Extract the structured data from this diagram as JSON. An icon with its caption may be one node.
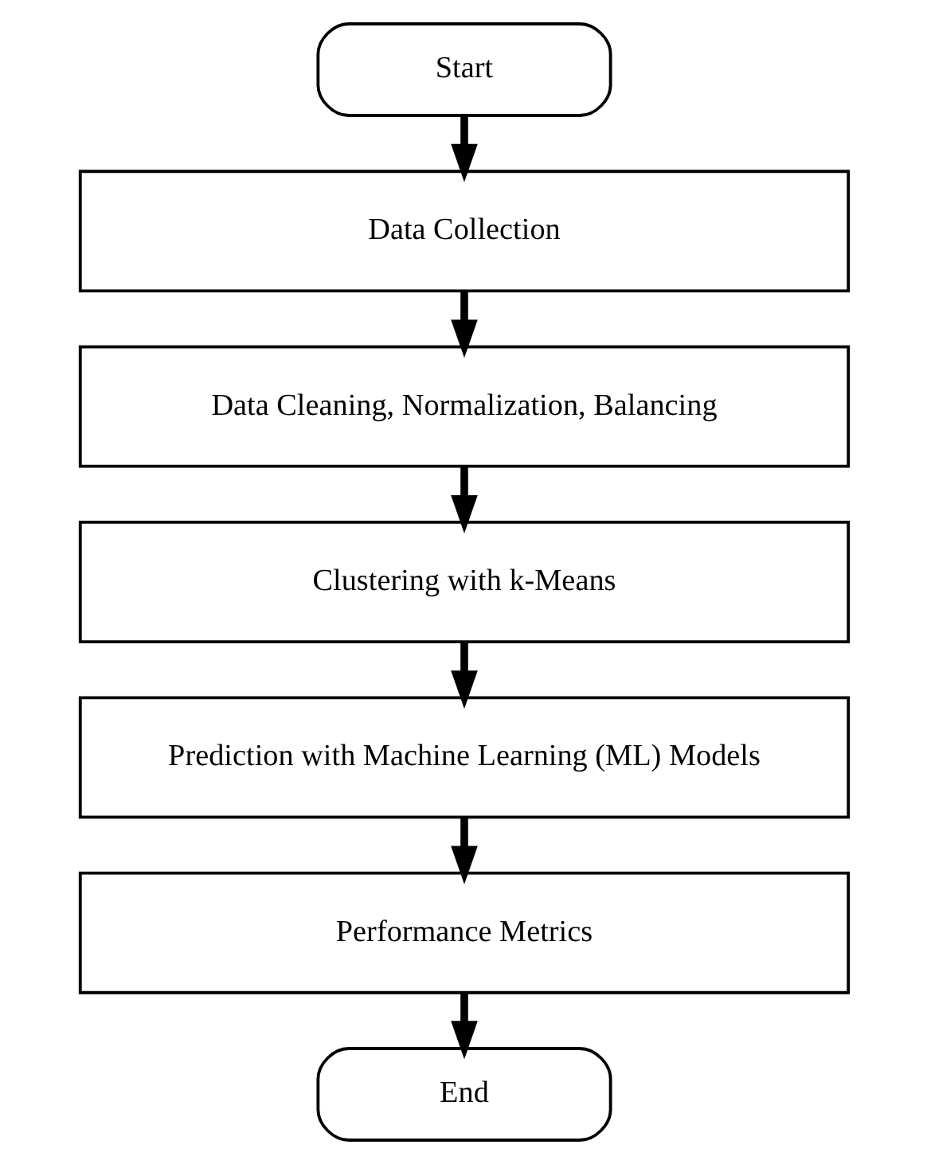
{
  "diagram": {
    "nodes": [
      {
        "text": [
          "Start"
        ]
      },
      {
        "text": [
          "Data Collection"
        ]
      },
      {
        "text": [
          "Data Cleaning, Normalization, Balancing"
        ]
      },
      {
        "text": [
          "Clustering with k-Means"
        ]
      },
      {
        "text": [
          "Prediction with Machine Learning (ML) Models"
        ]
      },
      {
        "text": [
          "Performance Metrics"
        ]
      },
      {
        "text": [
          "End"
        ]
      }
    ],
    "edges": [
      {
        "from": 0,
        "to": 1,
        "arrow": "to"
      },
      {
        "from": 1,
        "to": 2,
        "arrow": "to"
      },
      {
        "from": 2,
        "to": 3,
        "arrow": "to"
      },
      {
        "from": 3,
        "to": 4,
        "arrow": "to"
      },
      {
        "from": 4,
        "to": 5,
        "arrow": "to"
      },
      {
        "from": 5,
        "to": 6,
        "arrow": "to"
      }
    ]
  }
}
